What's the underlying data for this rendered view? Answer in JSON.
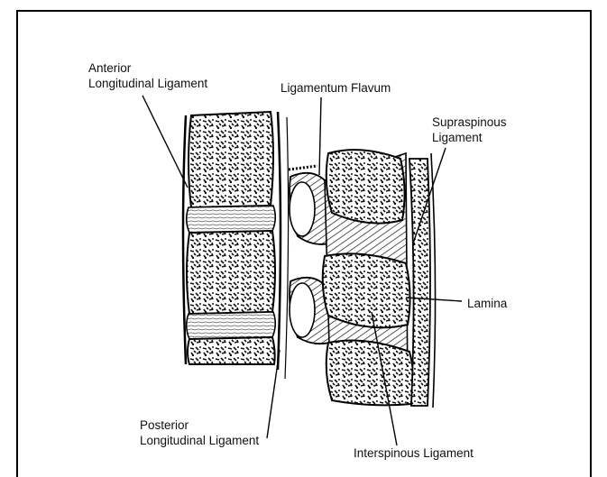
{
  "labels": {
    "anterior_line1": "Anterior",
    "anterior_line2": "Longitudinal Ligament",
    "ligamentum_flavum": "Ligamentum Flavum",
    "supraspinous_line1": "Supraspinous",
    "supraspinous_line2": "Ligament",
    "lamina": "Lamina",
    "posterior_line1": "Posterior",
    "posterior_line2": "Longitudinal Ligament",
    "interspinous": "Interspinous Ligament"
  }
}
